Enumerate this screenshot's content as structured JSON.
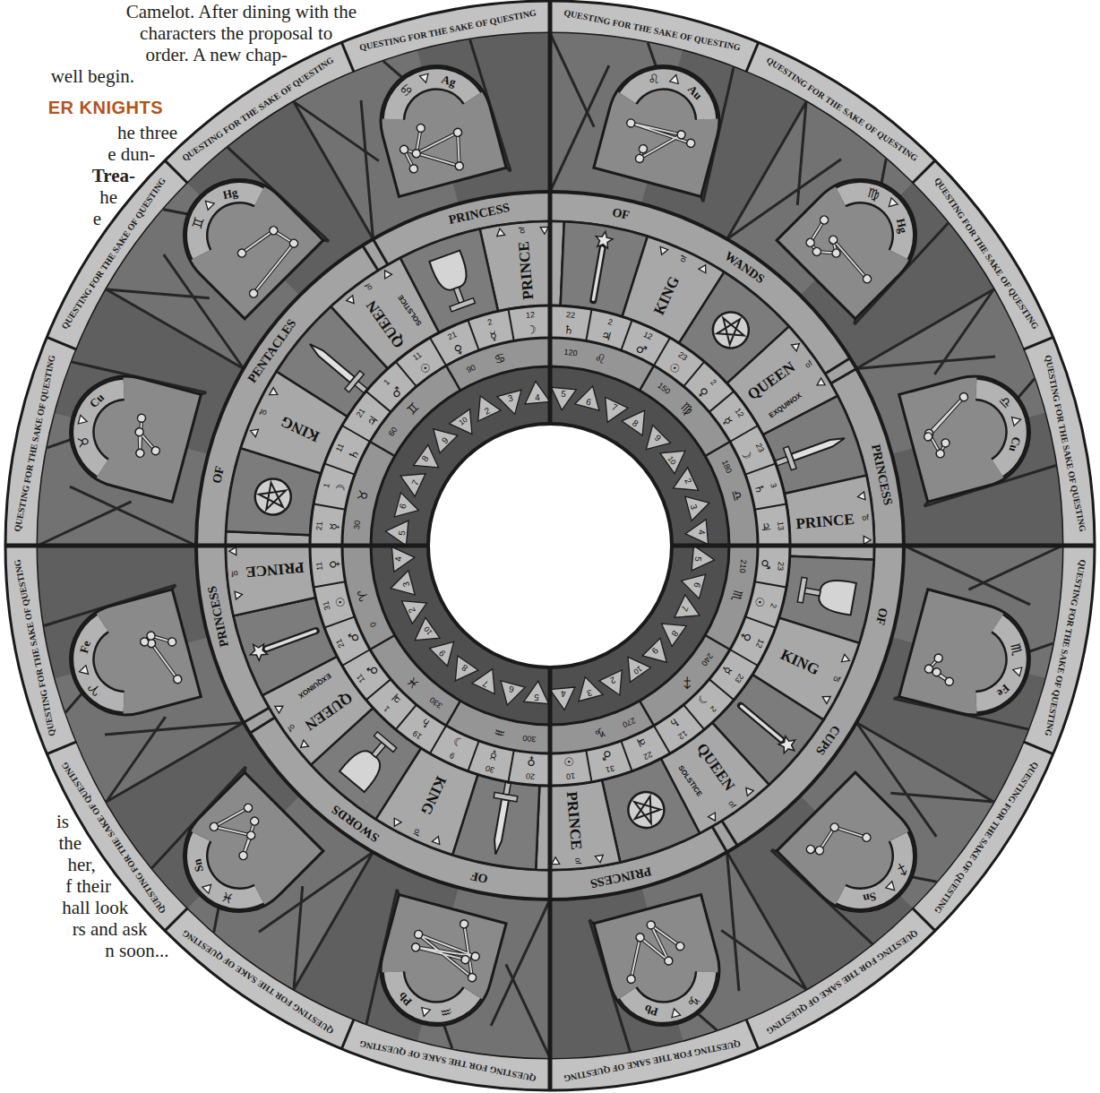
{
  "diagram": {
    "labels": [
      "Camelot. After dining with the",
      "characters the proposal to",
      "order. A new chap-",
      "well begin.",
      "ER KNIGHTS",
      "he three",
      "e dun-",
      "Trea-",
      "he",
      "e",
      "is",
      "the",
      "her,",
      "f their",
      "hall look",
      "rs and ask",
      "n soon...",
      "QUESTING FOR THE SAKE OF QUESTING",
      "QUESTING FOR THE SAKE OF QUESTING",
      "QUESTING FOR THE SAKE OF QUESTING",
      "QUESTING FOR THE SAKE OF QUESTING",
      "QUESTING FOR THE SAKE OF QUESTING",
      "QUESTING FOR THE SAKE OF QUESTING",
      "QUESTING FOR THE SAKE OF QUESTING",
      "QUESTING FOR THE SAKE OF QUESTING",
      "QUESTING FOR THE SAKE OF QUESTING",
      "QUESTING FOR THE SAKE OF QUESTING",
      "QUESTING FOR THE SAKE OF QUESTING",
      "QUESTING FOR THE SAKE OF QUESTING",
      "QUESTING FOR THE SAKE OF QUESTING",
      "QUESTING FOR THE SAKE OF QUESTING",
      "QUESTING FOR THE SAKE OF QUESTING",
      "QUESTING FOR THE SAKE OF QUESTING",
      "♌",
      "Au",
      "♍",
      "Hg",
      "♎",
      "Cu",
      "♏",
      "Fe",
      "♐",
      "Sn",
      "♑",
      "Pb",
      "♒",
      "Pb",
      "♓",
      "Sn",
      "♈",
      "Fe",
      "♉",
      "Cu",
      "♊",
      "Hg",
      "♋",
      "Ag",
      "PRINCESS",
      "OF",
      "WANDS",
      "PRINCESS",
      "OF",
      "CUPS",
      "PRINCESS",
      "OF",
      "SWORDS",
      "PRINCESS",
      "OF",
      "PENTACLES",
      "PRINCE",
      "of",
      "KING",
      "of",
      "QUEEN",
      "of",
      "EXQUINOX",
      "PRINCE",
      "of",
      "KING",
      "of",
      "QUEEN",
      "of",
      "SOLSTICE",
      "PRINCE",
      "of",
      "KING",
      "of",
      "QUEEN",
      "of",
      "EXQUINOX",
      "PRINCE",
      "of",
      "KING",
      "of",
      "QUEEN",
      "of",
      "SOLSTICE",
      "21",
      "♀",
      "2",
      "☿",
      "12",
      "☽",
      "22",
      "♄",
      "2",
      "♃",
      "12",
      "♂",
      "23",
      "☉",
      "2",
      "♀",
      "12",
      "☿",
      "23",
      "☽",
      "3",
      "♄",
      "13",
      "♃",
      "23",
      "♂",
      "2",
      "☉",
      "12",
      "♀",
      "23",
      "☿",
      "2",
      "☽",
      "12",
      "♄",
      "22",
      "♃",
      "31",
      "♂",
      "10",
      "☉",
      "20",
      "♀",
      "30",
      "☿",
      "9",
      "☽",
      "19",
      "♄",
      "1",
      "♃",
      "11",
      "♂",
      "21",
      "♂",
      "31",
      "☉",
      "11",
      "♀",
      "21",
      "☿",
      "1",
      "☽",
      "11",
      "♄",
      "21",
      "♃",
      "1",
      "♂",
      "11",
      "☉",
      "90",
      "♋",
      "120",
      "♌",
      "150",
      "♍",
      "180",
      "♎",
      "210",
      "♏",
      "240",
      "♐",
      "270",
      "♑",
      "300",
      "♒",
      "330",
      "♓",
      "0",
      "♈",
      "30",
      "♉",
      "60",
      "♊",
      "2",
      "3",
      "4",
      "5",
      "6",
      "7",
      "8",
      "9",
      "10",
      "2",
      "3",
      "4",
      "5",
      "6",
      "7",
      "8",
      "9",
      "10",
      "2",
      "3",
      "4",
      "5",
      "6",
      "7",
      "8",
      "9",
      "10",
      "2",
      "3",
      "4",
      "5",
      "6",
      "7",
      "8",
      "9",
      "10"
    ]
  }
}
